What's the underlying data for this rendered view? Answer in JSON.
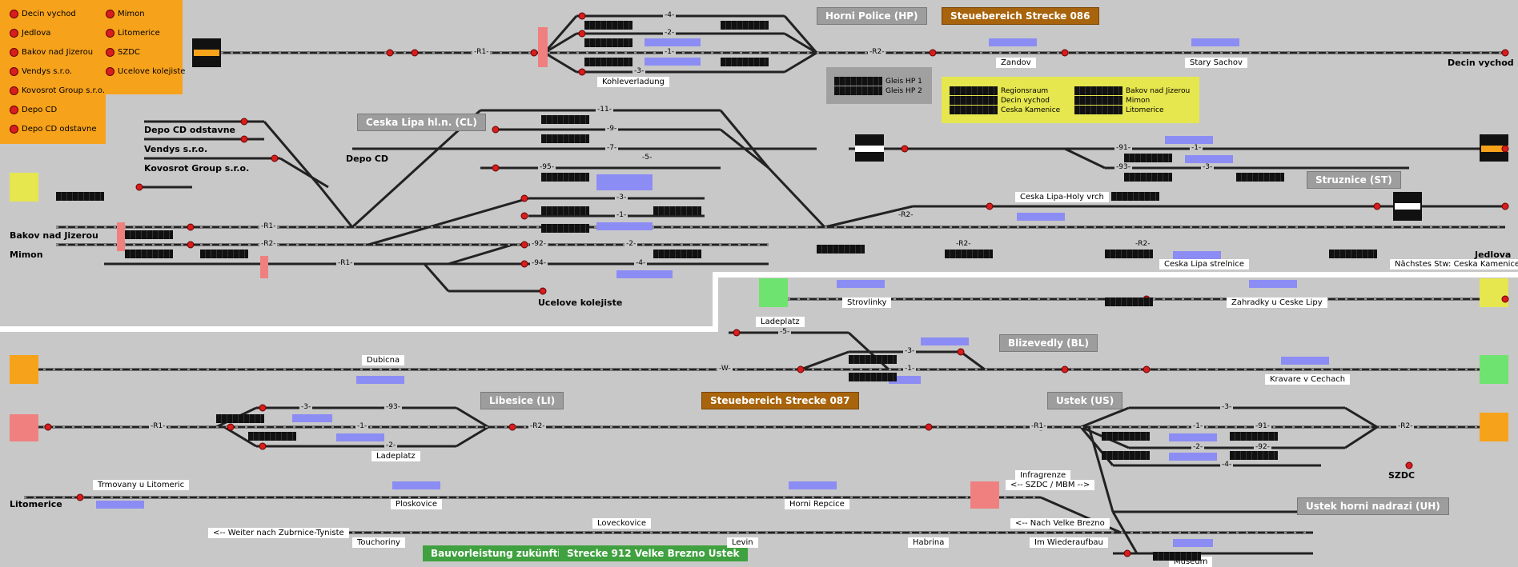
{
  "legend_left": [
    "Decin vychod",
    "Jedlova",
    "Bakov nad Jizerou",
    "Vendys s.r.o.",
    "Kovosrot Group s.r.o.",
    "Depo CD",
    "Depo CD odstavne"
  ],
  "legend_right": [
    "Mimon",
    "Litomerice",
    "SZDC",
    "Ucelove kolejiste"
  ],
  "titles": {
    "horni_police": "Horni Police (HP)",
    "steuer_086": "Steuebereich Strecke 086",
    "ceska_lipa": "Ceska Lipa hl.n. (CL)",
    "struznice": "Struznice (ST)",
    "blizevedly": "Blizevedly (BL)",
    "libesice": "Libesice (LI)",
    "steuer_087": "Steuebereich Strecke 087",
    "ustek": "Ustek (US)",
    "ustek_horni": "Ustek horni nadrazi (UH)",
    "bauvorleistung": "Bauvorleistung zukünftige",
    "strecke_912": "Strecke 912 Velke Brezno Ustek"
  },
  "gleis_panel": [
    "Gleis HP 1",
    "Gleis HP 2"
  ],
  "yellow_panel_left": [
    "Regionsraum",
    "Decin vychod",
    "Ceska Kamenice"
  ],
  "yellow_panel_right": [
    "Bakov nad Jizerou",
    "Mimon",
    "Litomerice"
  ],
  "stations": {
    "kohleverladung": "Kohleverladung",
    "zandov": "Zandov",
    "stary_sachov": "Stary Sachov",
    "ceska_lipa_holy": "Ceska Lipa-Holy vrch",
    "ceska_lipa_strelnice": "Ceska Lipa strelnice",
    "naechstes": "Nächstes Stw: Ceska Kamenice",
    "strovlinky": "Strovlinky",
    "zahradky": "Zahradky u Ceske Lipy",
    "ladeplatz1": "Ladeplatz",
    "dubicna": "Dubicna",
    "kravare": "Kravare v Cechach",
    "ladeplatz2": "Ladeplatz",
    "trmovany": "Trmovany u Litomeric",
    "ploskovice": "Ploskovice",
    "horni_repcice": "Horni Repcice",
    "infragrenze": "Infragrenze",
    "szdc_mbm": "<-- SZDC / MBM -->",
    "weiter": "<-- Weiter nach Zubrnice-Tyniste",
    "loveckovice": "Loveckovice",
    "nach_velke": "<-- Nach Velke Brezno",
    "touchoriny": "Touchoriny",
    "levin": "Levin",
    "habrina": "Habrina",
    "im_wiederaufbau": "Im Wiederaufbau",
    "museum": "Museum"
  },
  "bold_labels": {
    "decin_vychod": "Decin vychod",
    "depo_cd_odstavne": "Depo CD odstavne",
    "vendys": "Vendys s.r.o.",
    "kovosrot": "Kovosrot Group s.r.o.",
    "depo_cd": "Depo CD",
    "bakov": "Bakov nad Jizerou",
    "mimon": "Mimon",
    "ucelove": "Ucelove kolejiste",
    "jedlova": "Jedlova",
    "litomerice": "Litomerice",
    "szdc": "SZDC"
  },
  "track_labels": {
    "r1_top": "-R1-",
    "r2_hp": "-R2-",
    "t4_hp": "-4-",
    "t2_hp": "-2-",
    "t1_hp": "-1-",
    "t3_hp": "-3-",
    "t11": "-11-",
    "t9": "-9-",
    "t7": "-7-",
    "t5": "-5-",
    "t95": "-95-",
    "t3": "-3-",
    "t1": "-1-",
    "t92": "-92-",
    "t2": "-2-",
    "t94": "-94-",
    "t4": "-4-",
    "r1_cl": "-R1-",
    "r2_cl1": "-R2-",
    "r2_cl2": "-R2-",
    "r1_cl_bottom": "-R1-",
    "st_91": "-91-",
    "st_1": "-1-",
    "st_93": "-93-",
    "st_3": "-3-",
    "st_r2": "-R2-",
    "st_r2b": "-R2-",
    "bl_5": "-5-",
    "bl_w": "-W-",
    "bl_3": "-3-",
    "bl_1": "-1-",
    "li_3": "-3-",
    "li_93": "-93-",
    "li_1": "-1-",
    "li_2": "-2-",
    "li_r1": "-R1-",
    "li_r2": "-R2-",
    "us_r1": "-R1-",
    "us_3": "-3-",
    "us_1": "-1-",
    "us_91": "-91-",
    "us_2": "-2-",
    "us_92": "-92-",
    "us_4": "-4-",
    "us_r2": "-R2-"
  },
  "colors": {
    "background": "#c8c8c8",
    "legend": "#f7a21b",
    "signal": "#d81d1d",
    "steuer": "#a8640c",
    "green_box": "#3fa13f",
    "block_blue": "#8c8cf5",
    "block_red": "#f08080",
    "yellow_panel": "#e6e64f",
    "track": "#222222"
  }
}
